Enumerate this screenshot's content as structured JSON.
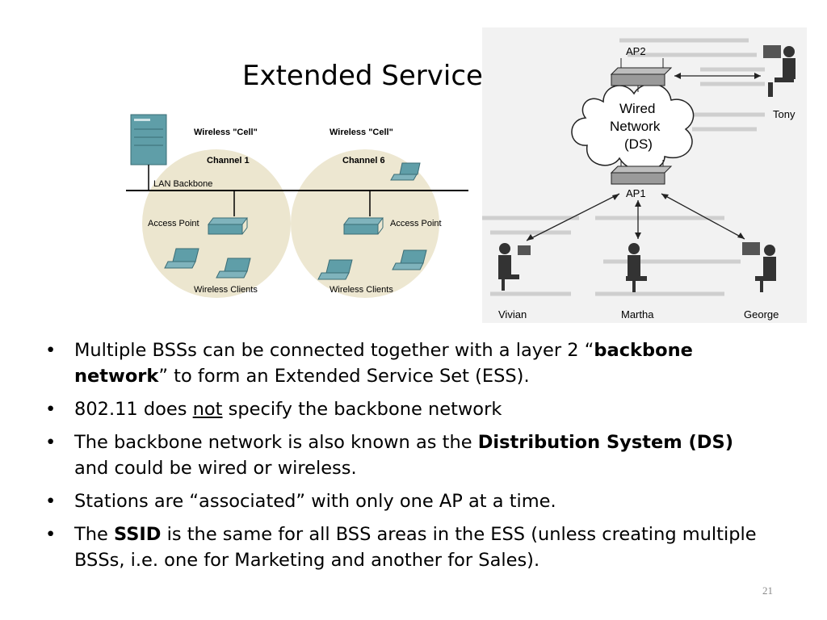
{
  "slide": {
    "title": "Extended Service S",
    "page_number": "21"
  },
  "left_diagram": {
    "cell1_label": "Wireless \"Cell\"",
    "cell2_label": "Wireless \"Cell\"",
    "channel1": "Channel 1",
    "channel6": "Channel 6",
    "backbone_label": "LAN Backbone",
    "ap1_label": "Access Point",
    "ap2_label": "Access Point",
    "clients1_label": "Wireless Clients",
    "clients2_label": "Wireless Clients",
    "cell_color": "#ece6cf",
    "device_color": "#5f9ea8"
  },
  "right_diagram": {
    "ap2": "AP2",
    "ap1": "AP1",
    "network_line1": "Wired",
    "network_line2": "Network",
    "network_line3": "(DS)",
    "tony": "Tony",
    "vivian": "Vivian",
    "martha": "Martha",
    "george": "George"
  },
  "bullets": [
    {
      "pre": "Multiple BSSs can be connected together with a layer 2 “",
      "bold": "backbone network",
      "post": "” to form an Extended Service Set (ESS)."
    },
    {
      "pre": "802.11 does ",
      "underline": "not",
      "post": " specify the backbone network"
    },
    {
      "pre": "The backbone network is also known as the ",
      "bold": "Distribution System (DS)",
      "post": " and could be wired or wireless."
    },
    {
      "text": "Stations are “associated” with only one AP at a time."
    },
    {
      "pre": "The ",
      "bold": "SSID",
      "post": " is the same for all BSS areas in the ESS (unless creating multiple BSSs, i.e. one for Marketing and another for Sales)."
    }
  ]
}
